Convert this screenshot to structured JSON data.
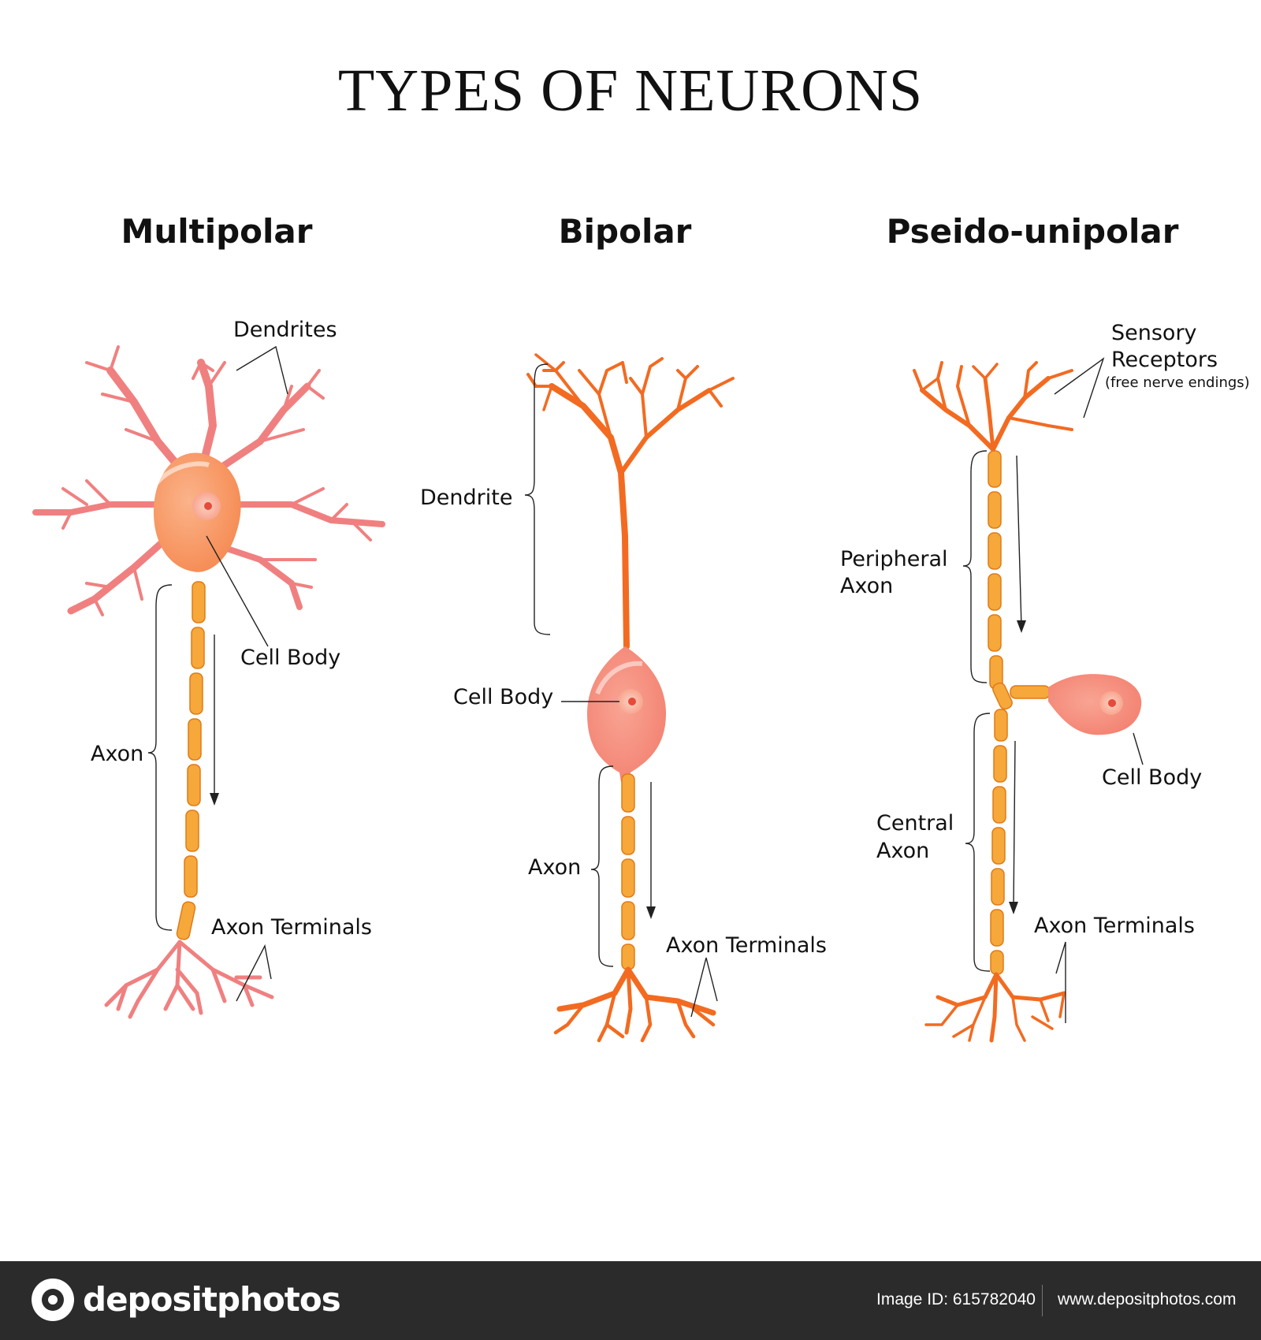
{
  "title": "TYPES OF NEURONS",
  "colors": {
    "multipolar": "#f08080",
    "body_orange": "#f58a4f",
    "process_orange": "#f26b21",
    "myelin": "#f6a83a"
  },
  "panels": {
    "multipolar": {
      "heading": "Multipolar",
      "labels": {
        "dendrites": "Dendrites",
        "cell_body": "Cell Body",
        "axon": "Axon",
        "axon_terminals": "Axon Terminals"
      }
    },
    "bipolar": {
      "heading": "Bipolar",
      "labels": {
        "dendrite": "Dendrite",
        "cell_body": "Cell Body",
        "axon": "Axon",
        "axon_terminals": "Axon Terminals"
      }
    },
    "pseudo": {
      "heading": "Pseido-unipolar",
      "labels": {
        "sensory_1": "Sensory",
        "sensory_2": "Receptors",
        "sensory_note": "(free nerve endings)",
        "peripheral_1": "Peripheral",
        "peripheral_2": "Axon",
        "cell_body": "Cell Body",
        "central_1": "Central",
        "central_2": "Axon",
        "axon_terminals": "Axon Terminals"
      }
    }
  },
  "footer": {
    "brand": "depositphotos",
    "image_id": "Image ID: 615782040",
    "url": "www.depositphotos.com",
    "logo_icon": "depositphotos-logo-icon"
  }
}
